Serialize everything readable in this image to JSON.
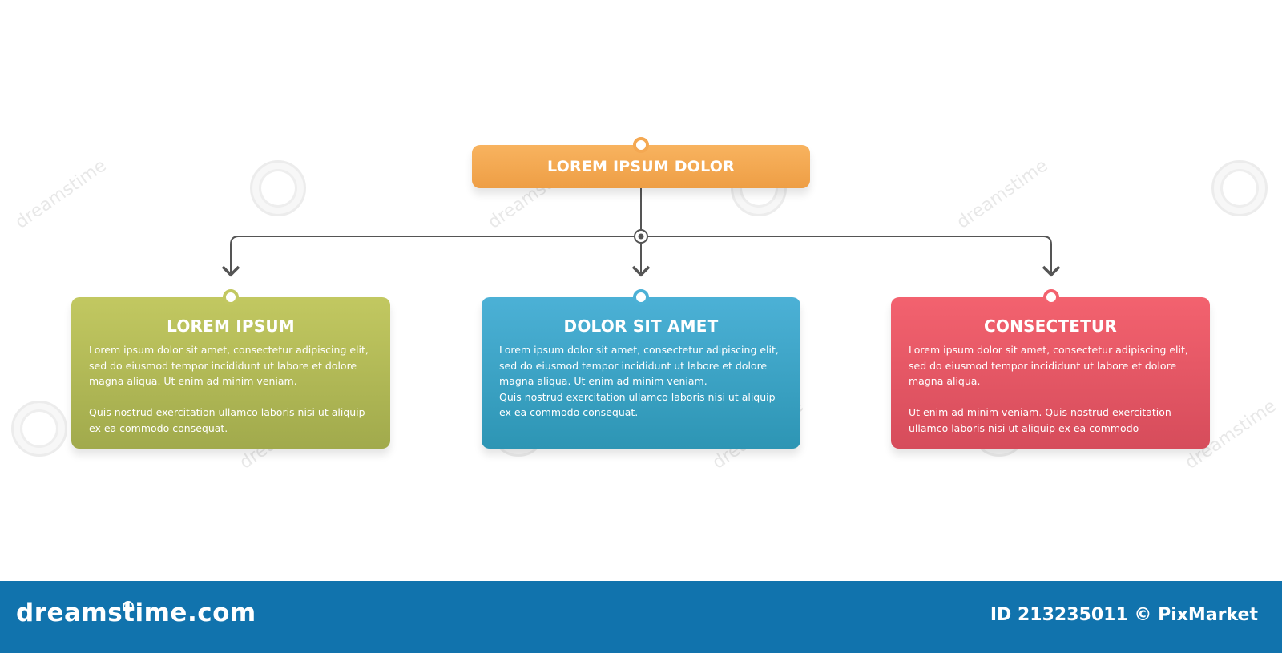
{
  "diagram": {
    "root": {
      "label": "LOREM IPSUM DOLOR",
      "color": "#f4a852"
    },
    "children": [
      {
        "title": "LOREM IPSUM",
        "color": "#b3b957",
        "paragraph1": "Lorem ipsum dolor sit amet, consectetur adipiscing elit, sed do eiusmod tempor incididunt ut labore et dolore magna aliqua. Ut enim ad minim veniam.",
        "paragraph2": "Quis nostrud exercitation ullamco laboris nisi ut aliquip ex ea commodo consequat."
      },
      {
        "title": "DOLOR SIT AMET",
        "color": "#3da3c5",
        "paragraph1": "Lorem ipsum dolor sit amet, consectetur adipiscing elit, sed do eiusmod tempor incididunt ut labore et dolore magna aliqua. Ut enim ad minim veniam.",
        "paragraph2": "Quis nostrud exercitation ullamco laboris nisi ut aliquip ex ea commodo consequat."
      },
      {
        "title": "CONSECTETUR",
        "color": "#ec5866",
        "paragraph1": "Lorem ipsum dolor sit amet, consectetur adipiscing elit, sed do eiusmod tempor incididunt ut labore et dolore magna aliqua.",
        "paragraph2": "Ut enim ad minim veniam. Quis nostrud exercitation ullamco laboris nisi ut aliquip ex ea commodo"
      }
    ],
    "connector_color": "#555555"
  },
  "watermark": {
    "text": "dreamstime"
  },
  "footer": {
    "brand": "dreamstime.com",
    "stock_id": "ID 213235011 © PixMarket",
    "background": "#1173ad"
  }
}
